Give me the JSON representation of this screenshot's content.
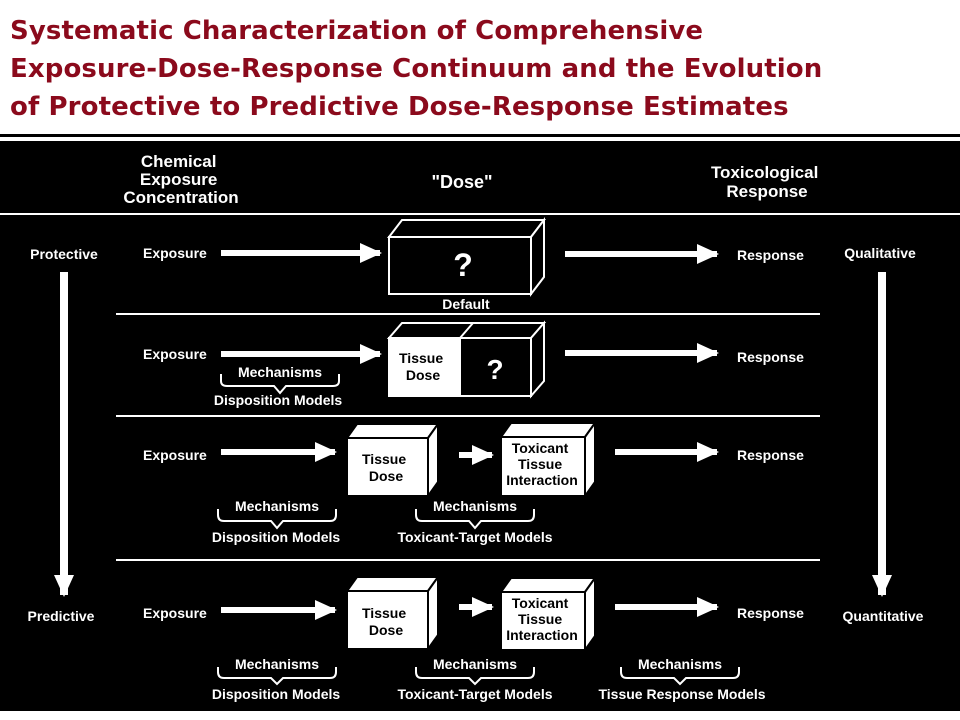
{
  "title": {
    "line1": "Systematic Characterization of Comprehensive",
    "line2": "Exposure-Dose-Response Continuum and the Evolution",
    "line3": "of Protective to Predictive Dose-Response Estimates"
  },
  "columns": {
    "exposure": [
      "Chemical",
      "Exposure",
      "Concentration"
    ],
    "dose": "\"Dose\"",
    "response": [
      "Toxicological",
      "Response"
    ]
  },
  "axis": {
    "left_top": "Protective",
    "left_bottom": "Predictive",
    "right_top": "Qualitative",
    "right_bottom": "Quantitative"
  },
  "rows": {
    "r1": {
      "exposure": "Exposure",
      "box": "?",
      "box_caption": "Default",
      "response": "Response"
    },
    "r2": {
      "exposure": "Exposure",
      "tissue": [
        "Tissue",
        "Dose"
      ],
      "unknown": "?",
      "brace1": "Mechanisms",
      "model1": "Disposition Models",
      "response": "Response"
    },
    "r3": {
      "exposure": "Exposure",
      "tissue": [
        "Tissue",
        "Dose"
      ],
      "interaction": [
        "Toxicant",
        "Tissue",
        "Interaction"
      ],
      "brace1": "Mechanisms",
      "model1": "Disposition Models",
      "brace2": "Mechanisms",
      "model2": "Toxicant-Target Models",
      "response": "Response"
    },
    "r4": {
      "exposure": "Exposure",
      "tissue": [
        "Tissue",
        "Dose"
      ],
      "interaction": [
        "Toxicant",
        "Tissue",
        "Interaction"
      ],
      "brace1": "Mechanisms",
      "model1": "Disposition Models",
      "brace2": "Mechanisms",
      "model2": "Toxicant-Target Models",
      "brace3": "Mechanisms",
      "model3": "Tissue Response Models",
      "response": "Response"
    }
  }
}
